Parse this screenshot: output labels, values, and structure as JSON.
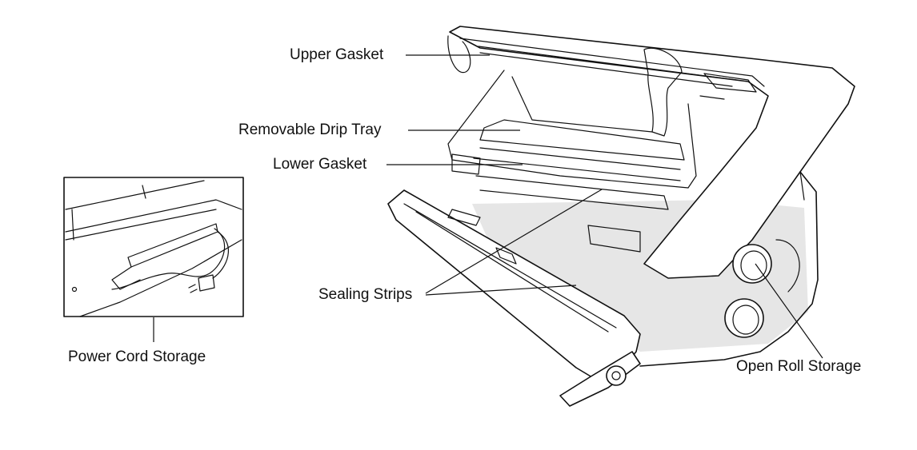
{
  "labels": {
    "upper_gasket": "Upper Gasket",
    "removable_drip_tray": "Removable Drip Tray",
    "lower_gasket": "Lower Gasket",
    "sealing_strips": "Sealing Strips",
    "power_cord_storage": "Power Cord Storage",
    "open_roll_storage": "Open Roll Storage"
  },
  "colors": {
    "line": "#111111",
    "shading": "#e6e6e6",
    "background": "#ffffff"
  }
}
